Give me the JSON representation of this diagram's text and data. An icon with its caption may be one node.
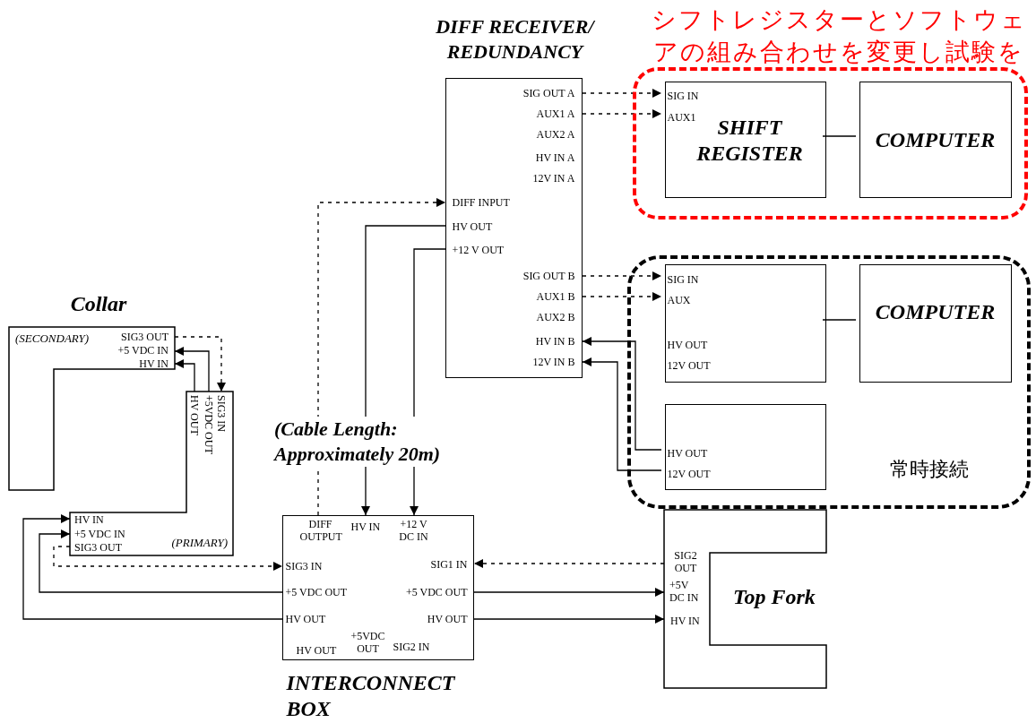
{
  "diagram": {
    "nodes": [
      {
        "text": [
          "Collar",
          "(SECONDARY)",
          "SIG3 OUT",
          "+5 VDC IN",
          "HV IN"
        ]
      },
      {
        "text": [
          "SIG3 IN",
          "+5VDC OUT",
          "HV OUT",
          "HV IN",
          "+5 VDC IN",
          "SIG3 OUT",
          "(PRIMARY)"
        ]
      },
      {
        "text": [
          "DIFF RECEIVER/ REDUNDANCY",
          "SIG OUT A",
          "AUX1 A",
          "AUX2 A",
          "HV IN A",
          "12V IN A",
          "DIFF INPUT",
          "HV OUT",
          "+12 V OUT",
          "SIG OUT B",
          "AUX1 B",
          "AUX2 B",
          "HV IN B",
          "12V IN B"
        ]
      },
      {
        "text": [
          "シフトレジスターとソフトウェアの組み合わせを変更し試験を"
        ]
      },
      {
        "text": [
          "SIG IN",
          "AUX1",
          "SHIFT REGISTER"
        ],
        "in": 3
      },
      {
        "text": [
          "COMPUTER"
        ],
        "in": 3
      },
      {
        "text": [
          "常時接続"
        ]
      },
      {
        "text": [
          "SIG IN",
          "AUX",
          "HV OUT",
          "12V OUT"
        ],
        "in": 6
      },
      {
        "text": [
          "COMPUTER"
        ],
        "in": 6
      },
      {
        "text": [
          "HV OUT",
          "12V OUT"
        ],
        "in": 6
      },
      {
        "text": [
          "DIFF OUTPUT",
          "HV IN",
          "+12 V DC IN",
          "SIG3 IN",
          "SIG1 IN",
          "+5 VDC OUT",
          "+5 VDC OUT",
          "HV OUT",
          "HV OUT",
          "HV OUT",
          "+5VDC OUT",
          "SIG2 IN",
          "INTERCONNECT BOX"
        ]
      },
      {
        "text": [
          "SIG2 OUT",
          "+5V DC IN",
          "HV IN",
          "Top Fork"
        ]
      }
    ],
    "edges": [
      {
        "from": 0,
        "to": 1,
        "arrow": "to",
        "style": "dashed"
      },
      {
        "from": 1,
        "to": 0,
        "arrow": "to"
      },
      {
        "from": 1,
        "to": 0,
        "arrow": "to"
      },
      {
        "from": 1,
        "to": 10,
        "arrow": "to",
        "style": "dashed"
      },
      {
        "from": 10,
        "to": 1,
        "arrow": "to"
      },
      {
        "from": 10,
        "to": 1,
        "arrow": "to"
      },
      {
        "from": 10,
        "to": 2,
        "arrow": "to",
        "style": "dashed"
      },
      {
        "from": 2,
        "to": 10,
        "arrow": "to"
      },
      {
        "from": 2,
        "to": 10,
        "arrow": "to"
      },
      {
        "from": 2,
        "to": 4,
        "arrow": "to",
        "style": "dashed"
      },
      {
        "from": 2,
        "to": 4,
        "arrow": "to",
        "style": "dashed"
      },
      {
        "from": 4,
        "to": 5,
        "arrow": "none"
      },
      {
        "from": 2,
        "to": 7,
        "arrow": "to",
        "style": "dashed"
      },
      {
        "from": 2,
        "to": 7,
        "arrow": "to",
        "style": "dashed"
      },
      {
        "from": 7,
        "to": 8,
        "arrow": "none"
      },
      {
        "from": 9,
        "to": 2,
        "arrow": "to"
      },
      {
        "from": 9,
        "to": 2,
        "arrow": "to"
      },
      {
        "from": 11,
        "to": 10,
        "arrow": "to",
        "style": "dashed"
      },
      {
        "from": 10,
        "to": 11,
        "arrow": "to"
      },
      {
        "from": 10,
        "to": 11,
        "arrow": "to"
      }
    ],
    "labels": [
      "(Cable Length: Approximately 20m)"
    ]
  }
}
